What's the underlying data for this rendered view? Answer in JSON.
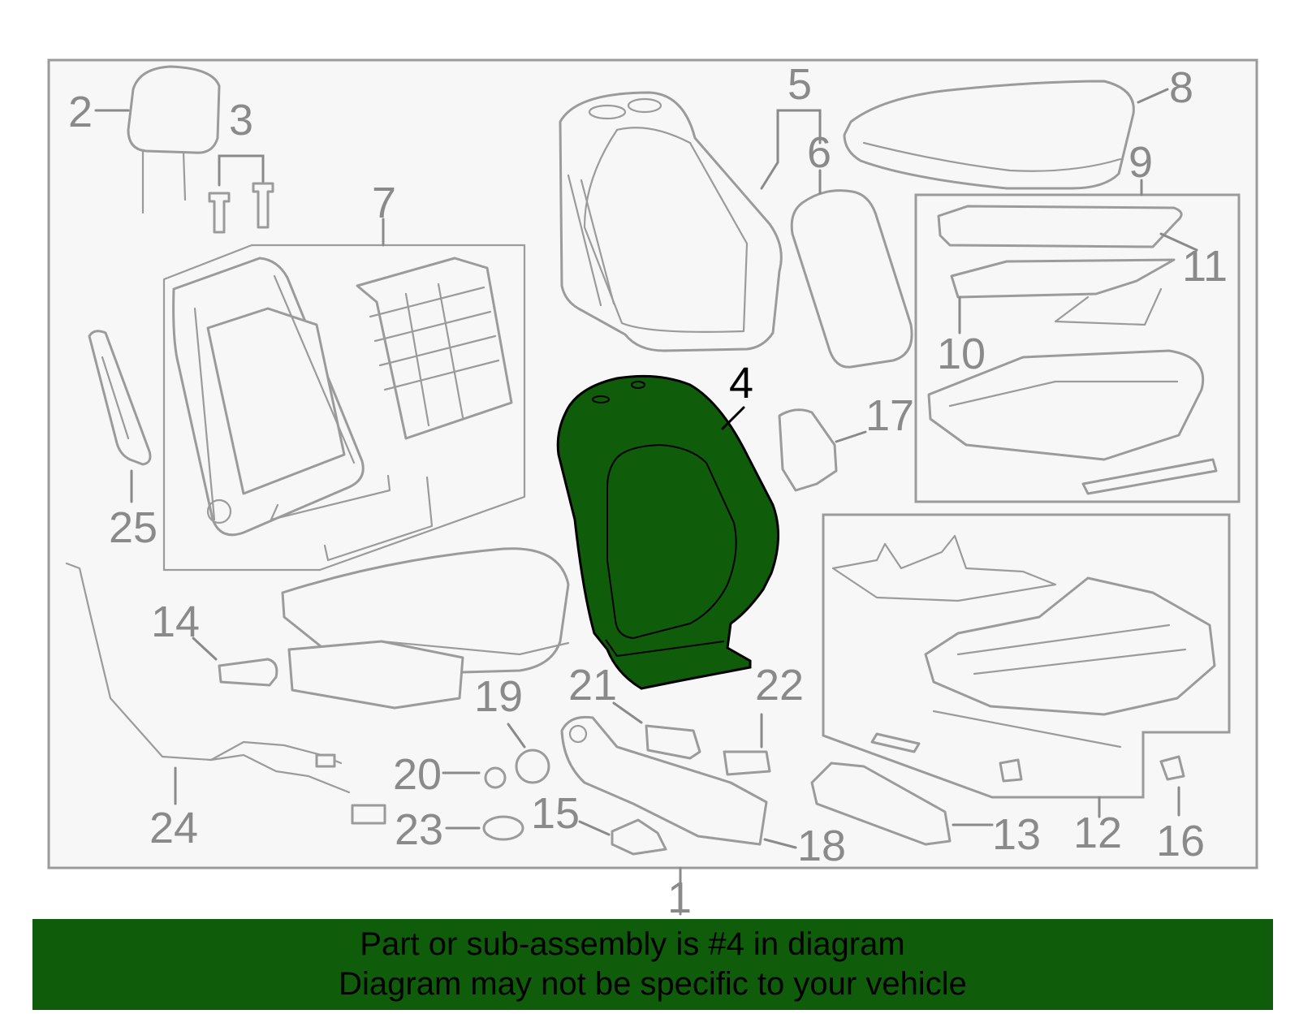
{
  "diagram": {
    "highlight_color": "#0f5c0a",
    "frame_color": "#f7f7f7",
    "callouts": [
      "1",
      "2",
      "3",
      "4",
      "5",
      "6",
      "7",
      "8",
      "9",
      "10",
      "11",
      "12",
      "13",
      "14",
      "15",
      "16",
      "17",
      "18",
      "19",
      "20",
      "21",
      "22",
      "23",
      "24",
      "25"
    ],
    "highlighted_part": "4"
  },
  "banner": {
    "line1": "Part or sub-assembly is #4 in diagram",
    "line2": "Diagram may not be specific to your vehicle",
    "background": "#0f5c0a"
  }
}
